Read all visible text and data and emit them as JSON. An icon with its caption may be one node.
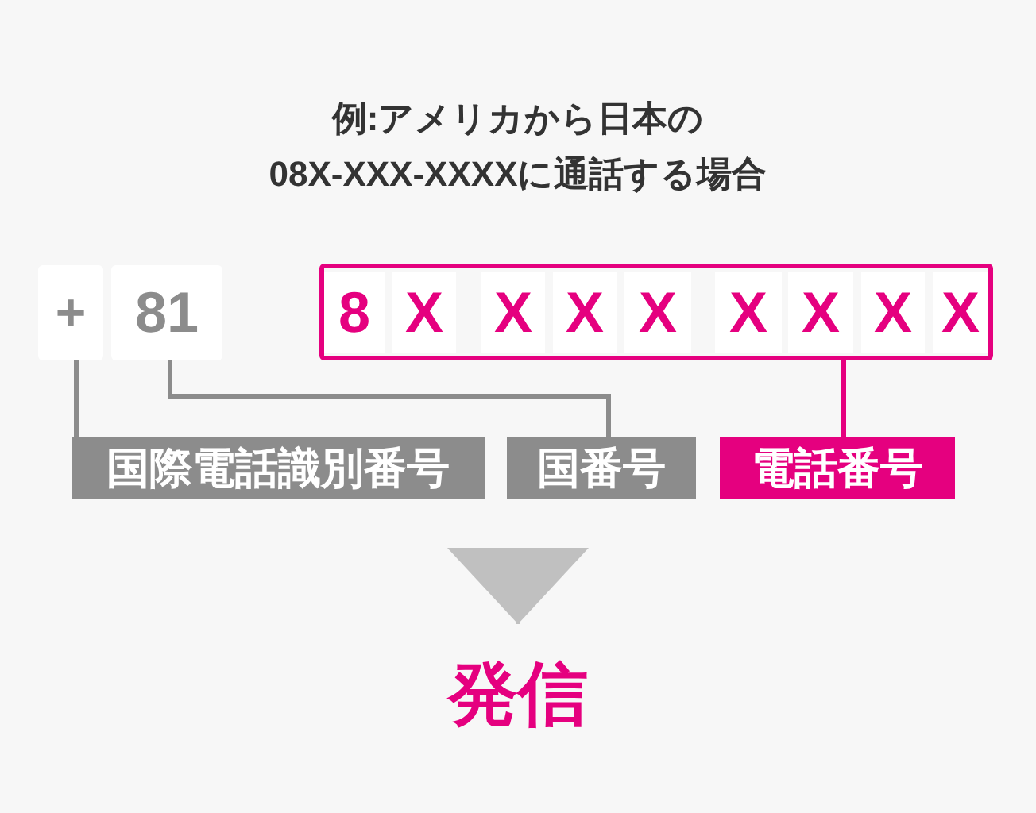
{
  "diagram": {
    "title": "例:アメリカから日本の 08X-XXX-XXXXに通話する場合",
    "nodes": [
      {
        "text": [
          "+"
        ]
      },
      {
        "text": [
          "81"
        ]
      },
      {
        "text": [],
        "shape": "box"
      },
      {
        "text": [
          "8"
        ],
        "in": 2
      },
      {
        "text": [
          "X"
        ],
        "in": 2
      },
      {
        "text": [
          "X"
        ],
        "in": 2
      },
      {
        "text": [
          "X"
        ],
        "in": 2
      },
      {
        "text": [
          "X"
        ],
        "in": 2
      },
      {
        "text": [
          "X"
        ],
        "in": 2
      },
      {
        "text": [
          "X"
        ],
        "in": 2
      },
      {
        "text": [
          "X"
        ],
        "in": 2
      },
      {
        "text": [
          "X"
        ],
        "in": 2
      },
      {
        "text": [
          "国際電話識別番号"
        ]
      },
      {
        "text": [
          "国番号"
        ]
      },
      {
        "text": [
          "電話番号"
        ]
      },
      {
        "text": [
          "発信"
        ]
      }
    ],
    "edges": [
      {
        "from": 12,
        "to": 0,
        "arrow": "none"
      },
      {
        "from": 13,
        "to": 1,
        "arrow": "none"
      },
      {
        "from": 14,
        "to": 2,
        "arrow": "none",
        "color": "#e5007f"
      },
      {
        "from": null,
        "to": 15,
        "arrow": "to",
        "color": "#c0c0c0"
      }
    ]
  }
}
